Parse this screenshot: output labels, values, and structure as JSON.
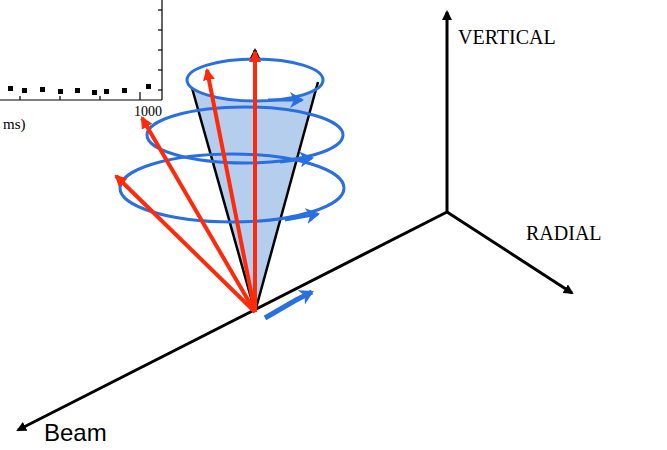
{
  "diagram": {
    "labels": [
      "VERTICAL",
      "RADIAL",
      "Beam",
      "1000",
      "ms)"
    ]
  }
}
